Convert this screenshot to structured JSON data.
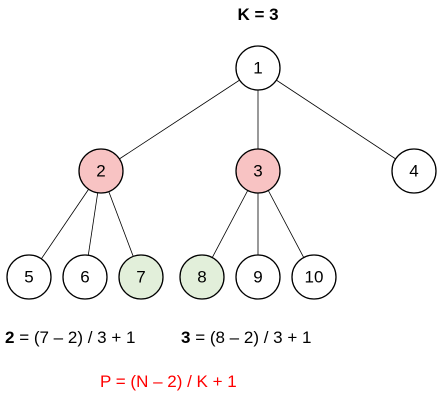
{
  "title": "K = 3",
  "tree": {
    "nodes": [
      {
        "id": "1",
        "label": "1",
        "fill": "#ffffff"
      },
      {
        "id": "2",
        "label": "2",
        "fill": "#f8c3c3"
      },
      {
        "id": "3",
        "label": "3",
        "fill": "#f8c3c3"
      },
      {
        "id": "4",
        "label": "4",
        "fill": "#ffffff"
      },
      {
        "id": "5",
        "label": "5",
        "fill": "#ffffff"
      },
      {
        "id": "6",
        "label": "6",
        "fill": "#ffffff"
      },
      {
        "id": "7",
        "label": "7",
        "fill": "#e2efda"
      },
      {
        "id": "8",
        "label": "8",
        "fill": "#e2efda"
      },
      {
        "id": "9",
        "label": "9",
        "fill": "#ffffff"
      },
      {
        "id": "10",
        "label": "10",
        "fill": "#ffffff"
      }
    ],
    "edges": [
      [
        "1",
        "2"
      ],
      [
        "1",
        "3"
      ],
      [
        "1",
        "4"
      ],
      [
        "2",
        "5"
      ],
      [
        "2",
        "6"
      ],
      [
        "2",
        "7"
      ],
      [
        "3",
        "8"
      ],
      [
        "3",
        "9"
      ],
      [
        "3",
        "10"
      ]
    ]
  },
  "formulas": {
    "left": {
      "bold": "2",
      "rest": " = (7 – 2) / 3 + 1"
    },
    "right": {
      "bold": "3",
      "rest": " = (8 – 2) / 3 + 1"
    },
    "general": "P = (N – 2) / K + 1"
  },
  "colors": {
    "parent_highlight": "#f8c3c3",
    "child_highlight": "#e2efda",
    "general_formula": "#ff0000"
  }
}
